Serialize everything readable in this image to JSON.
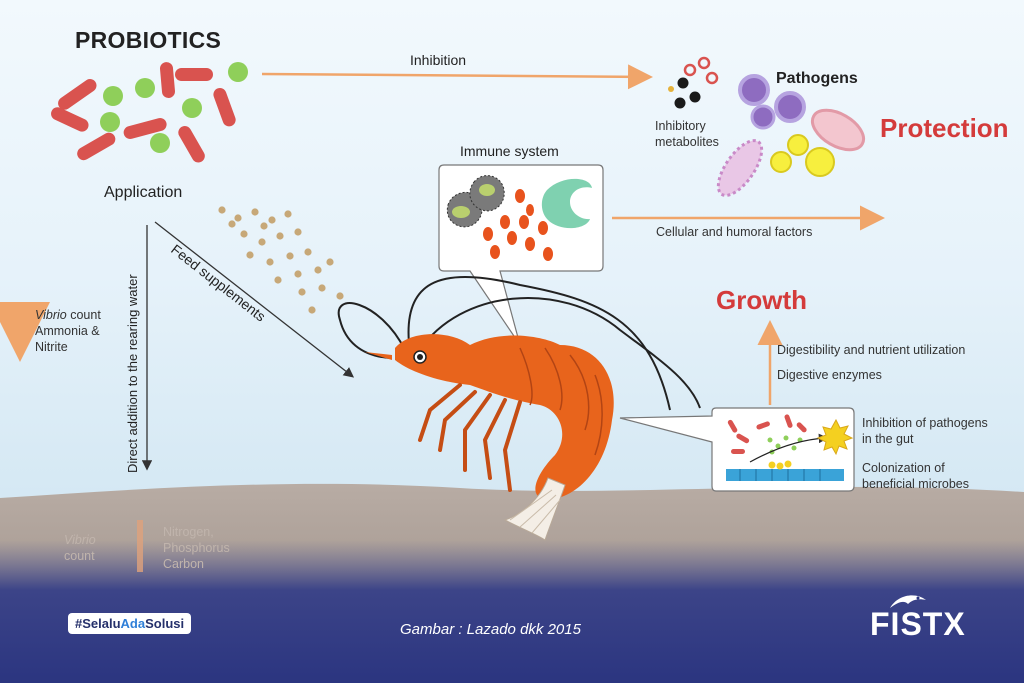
{
  "diagram": {
    "probiotics_title": "PROBIOTICS",
    "inhibition": "Inhibition",
    "inhibitory_metabolites": [
      "Inhibitory",
      "metabolites"
    ],
    "pathogens": "Pathogens",
    "protection": "Protection",
    "immune_system": "Immune system",
    "application": "Application",
    "cellular_humoral": "Cellular and humoral factors",
    "feed_supplements": "Feed supplements",
    "direct_addition": "Direct addition to the rearing water",
    "water_effects": {
      "vibrio": "Vibrio",
      "count": " count",
      "ammonia": "Ammonia &",
      "nitrite": "Nitrite"
    },
    "growth": "Growth",
    "digestibility": "Digestibility and nutrient utilization",
    "enzymes": "Digestive enzymes",
    "inhibition_gut": [
      "Inhibition of pathogens",
      "in the gut"
    ],
    "colonization": [
      "Colonization of",
      "beneficial microbes"
    ],
    "sediment": {
      "vibrio": "Vibrio",
      "count": "count",
      "nutrients": [
        "Nitrogen,",
        "Phosphorus",
        "Carbon"
      ]
    }
  },
  "footer": {
    "hashtag_prefix": "#Selalu",
    "hashtag_accent": "Ada",
    "hashtag_suffix": "Solusi",
    "caption": "Gambar : Lazado dkk 2015",
    "logo": "FISTX"
  },
  "colors": {
    "arrow_orange": "#f0a56a",
    "protection_red": "#d43b3b",
    "footer_navy": "#2b3580",
    "shrimp_orange": "#e8641c"
  }
}
